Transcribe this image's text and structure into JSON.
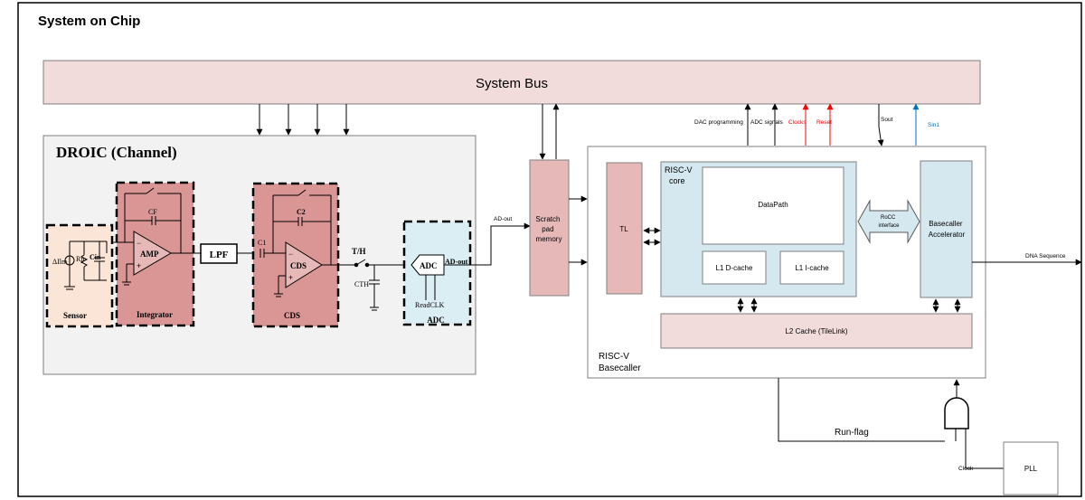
{
  "title": "System on Chip",
  "system_bus": "System Bus",
  "droic": {
    "title": "DROIC (Channel)",
    "sensor": {
      "label": "Sensor",
      "ilm": "ΔIlm",
      "rp": "Rp",
      "cin": "Cin"
    },
    "integrator": {
      "label": "Integrator",
      "cf": "CF",
      "amp": "AMP",
      "plus": "+",
      "minus": "−"
    },
    "lpf": "LPF",
    "cds": {
      "label": "CDS",
      "c1": "C1",
      "c2": "C2",
      "block": "CDS",
      "plus": "+",
      "minus": "−"
    },
    "th": {
      "label": "T/H",
      "cth": "CTH"
    },
    "adc": {
      "label": "ADC",
      "block": "ADC",
      "out": "AD-out",
      "readclk": "ReadCLK"
    }
  },
  "ad_out_link": "AD-out",
  "scratch": "Scratch\npad\nmemory",
  "riscv": {
    "label": "RISC-V\nBasecaller",
    "tl": "TL",
    "core": "RISC-V\ncore",
    "datapath": "DataPath",
    "l1d": "L1 D-cache",
    "l1i": "L1 I-cache",
    "rocc": "RoCC\ninterface",
    "basecaller": "Basecaller\nAccelerator",
    "l2": "L2 Cache (TileLink)"
  },
  "signals": {
    "dac": "DAC programming",
    "adc_signals": "ADC signals",
    "clocks": "Clocks",
    "reset": "Reset",
    "sout": "Sout",
    "sin1": "Sin1"
  },
  "dna": "DNA Sequence",
  "run_flag": "Run-flag",
  "clock": "Clock",
  "pll": "PLL",
  "colors": {
    "bus_fill": "#f2dcdb",
    "block_pink": "#e6b9b8",
    "region_pink": "#d99694",
    "adc_blue": "#dbeef4",
    "blue_fill": "#d5e8f0",
    "gray_panel": "#f2f2f2",
    "sensor_fill": "#fbe5d6",
    "red": "#ff0000",
    "blue": "#0070c0"
  }
}
